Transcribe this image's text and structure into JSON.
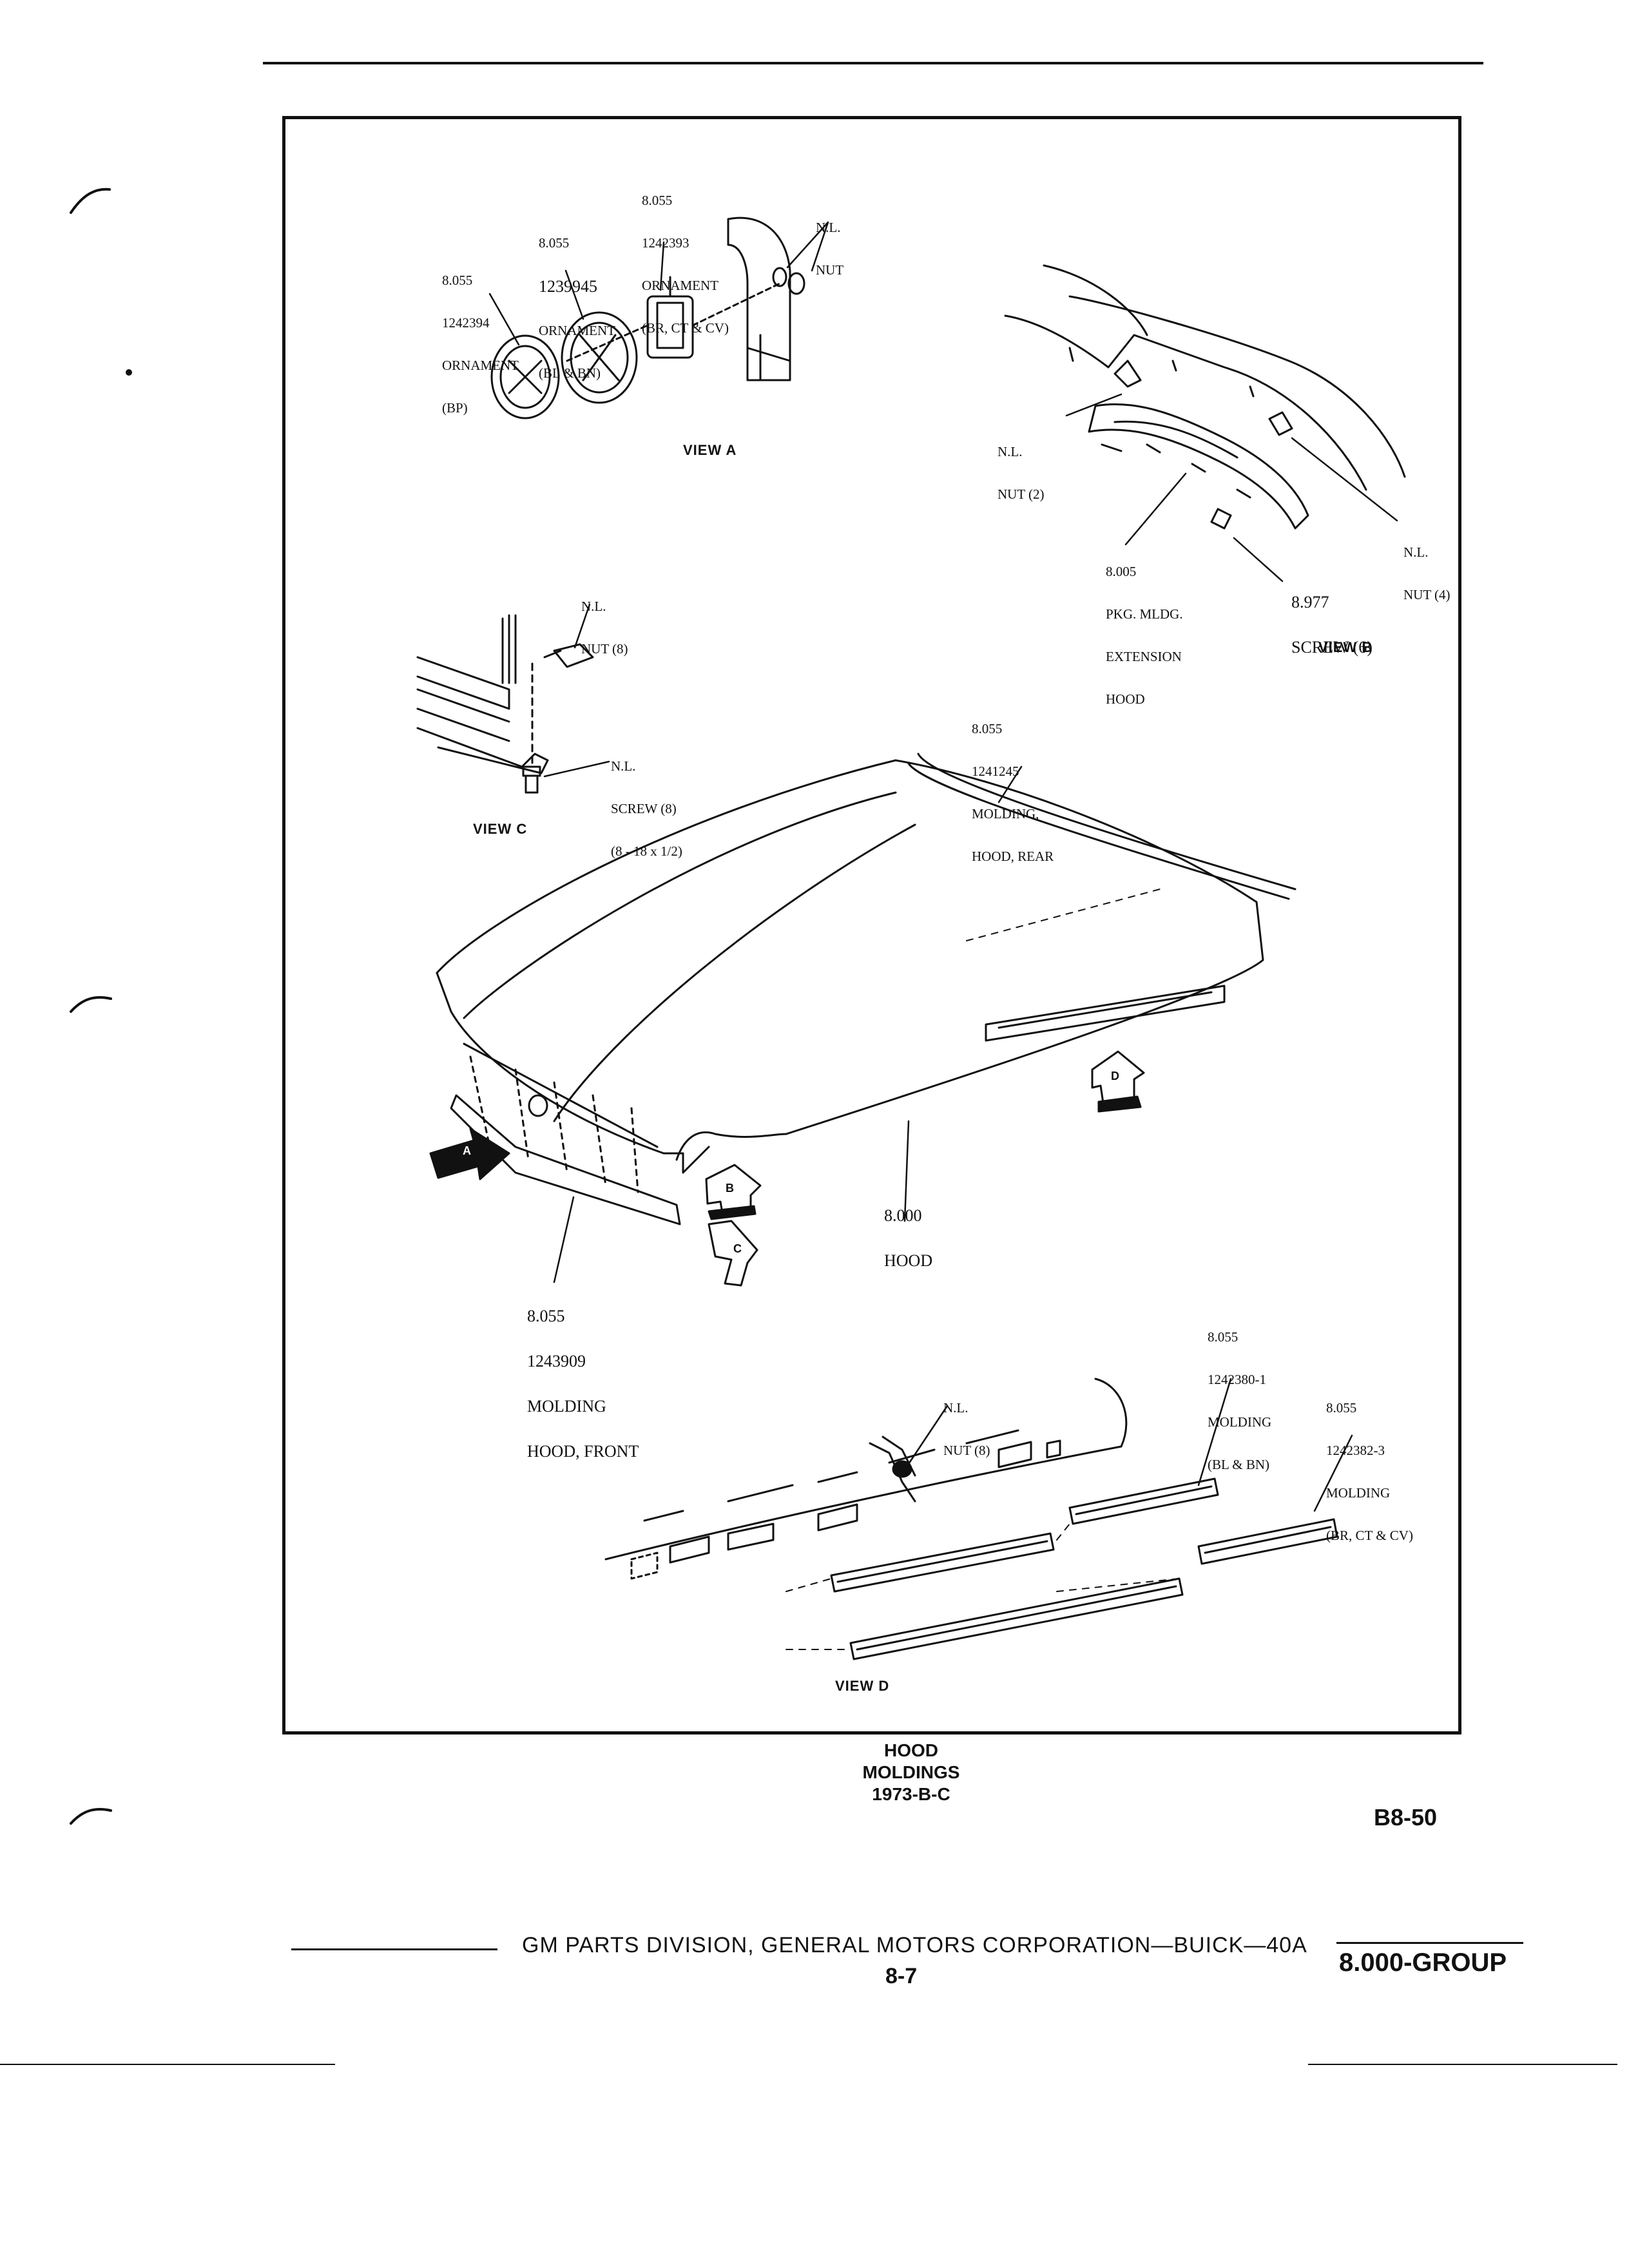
{
  "views": {
    "a": "VIEW A",
    "b": "VIEW B",
    "c": "VIEW C",
    "d": "VIEW D"
  },
  "callouts": {
    "ornament_bp": [
      "8.055",
      "1242394",
      "ORNAMENT",
      "(BP)"
    ],
    "ornament_bl_bn": [
      "8.055",
      "1239945",
      "ORNAMENT",
      "(BL & BN)"
    ],
    "ornament_br_ct_cv": [
      "8.055",
      "1242393",
      "ORNAMENT",
      "(BR, CT & CV)"
    ],
    "nut_view_a": [
      "N.L.",
      "NUT"
    ],
    "nut_2_view_b": [
      "N.L.",
      "NUT (2)"
    ],
    "nut_4_view_b": [
      "N.L.",
      "NUT (4)"
    ],
    "extension_molding": [
      "8.005",
      "PKG. MLDG.",
      "EXTENSION",
      "HOOD"
    ],
    "screw_view_b": [
      "8.977",
      "SCREW (6)"
    ],
    "nut_8_view_c": [
      "N.L.",
      "NUT (8)"
    ],
    "screw_view_c": [
      "N.L.",
      "SCREW (8)",
      "(8 - 18 x 1/2)"
    ],
    "molding_rear": [
      "8.055",
      "1241245",
      "MOLDING,",
      "HOOD, REAR"
    ],
    "hood": [
      "8.000",
      "HOOD"
    ],
    "molding_front": [
      "8.055",
      "1243909",
      "MOLDING",
      "HOOD, FRONT"
    ],
    "molding_bl_bn": [
      "8.055",
      "1242380-1",
      "MOLDING",
      "(BL & BN)"
    ],
    "molding_br_ct_cv": [
      "8.055",
      "1242382-3",
      "MOLDING",
      "(BR, CT & CV)"
    ],
    "nut_8_view_d": [
      "N.L.",
      "NUT (8)"
    ]
  },
  "arrow_letters": {
    "a": "A",
    "b": "B",
    "c": "C",
    "d": "D"
  },
  "caption": {
    "line1": "HOOD",
    "line2": "MOLDINGS",
    "line3": "1973-B-C"
  },
  "page_id": "B8-50",
  "footer": {
    "division": "GM PARTS DIVISION, GENERAL MOTORS CORPORATION—BUICK—40A",
    "page": "8-7",
    "group": "8.000-GROUP"
  }
}
